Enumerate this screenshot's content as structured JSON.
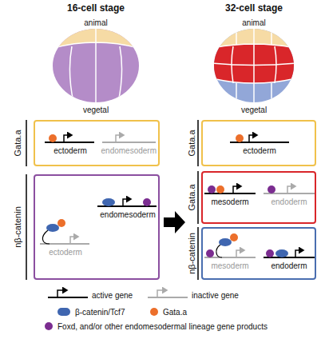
{
  "diagram": {
    "nodes": [
      {
        "text": [
          "Gata.a",
          "ectoderm",
          "endomesoderm"
        ]
      },
      {
        "text": [
          "nβ-catenin",
          "ectoderm",
          "endomesoderm"
        ]
      },
      {
        "text": [
          "Gata.a",
          "ectoderm"
        ]
      },
      {
        "text": [
          "Gata.a",
          "mesoderm",
          "endoderm"
        ]
      },
      {
        "text": [
          "nβ-catenin",
          "mesoderm",
          "endoderm"
        ]
      }
    ],
    "labels": [
      "16-cell stage",
      "32-cell stage",
      "animal",
      "vegetal",
      "animal",
      "vegetal"
    ],
    "legend": [
      {
        "text": "active gene"
      },
      {
        "text": "inactive gene"
      },
      {
        "text": "β-catenin/Tcf7",
        "color": "#3f66b0"
      },
      {
        "text": "Gata.a",
        "color": "#ec6f2b"
      },
      {
        "text": "Foxd, and/or other endomesodermal lineage gene products",
        "color": "#7b2d90"
      }
    ]
  }
}
